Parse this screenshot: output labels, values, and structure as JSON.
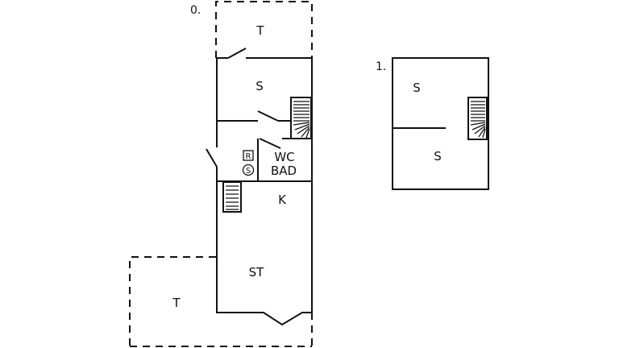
{
  "floors": [
    {
      "label": "0.",
      "rooms": {
        "terrace_top": "T",
        "bedroom": "S",
        "wc": "WC",
        "bath": "BAD",
        "kitchen": "K",
        "living": "ST",
        "terrace_bottom": "T"
      },
      "symbols": {
        "r": "R",
        "s": "S"
      }
    },
    {
      "label": "1.",
      "rooms": {
        "bedroom_top": "S",
        "bedroom_bottom": "S"
      }
    }
  ]
}
